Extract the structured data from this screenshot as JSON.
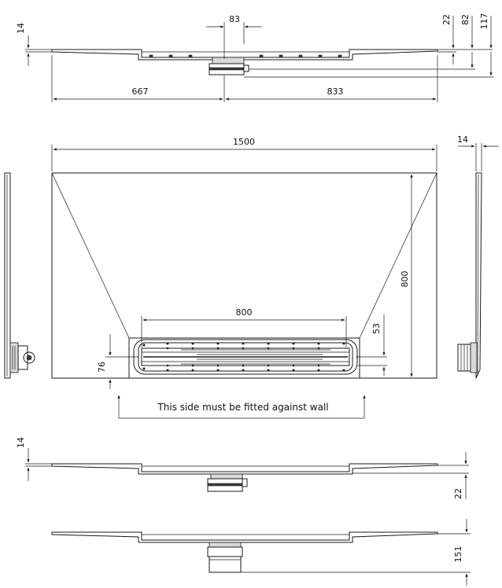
{
  "dimensions": {
    "top_left_thickness": "14",
    "top_drain_width": "83",
    "top_right_22": "22",
    "top_right_82": "82",
    "top_right_117": "117",
    "left_length": "667",
    "right_length": "833",
    "overall_width": "1500",
    "side_thickness": "14",
    "depth": "800",
    "channel_length": "800",
    "channel_offset": "53",
    "channel_side": "76",
    "bottom1_thickness": "14",
    "bottom1_22": "22",
    "bottom2_151": "151"
  },
  "notes": {
    "wall_note": "This side must be fitted against wall"
  }
}
